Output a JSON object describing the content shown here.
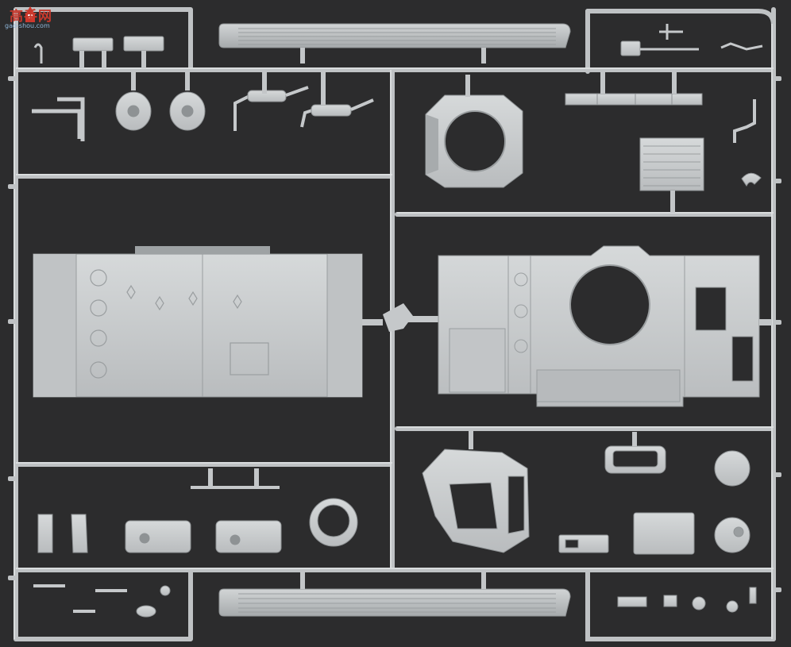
{
  "image": {
    "subject": "plastic model kit sprue",
    "colors": {
      "background": "#2c2c2d",
      "plastic": "#c9cccd",
      "plastic_shadow": "#9ea2a4",
      "plastic_highlight": "#e4e6e7"
    }
  },
  "watermark": {
    "title": "高手网",
    "url": "gao-shou.com",
    "logo_icon": "rocket-icon"
  }
}
